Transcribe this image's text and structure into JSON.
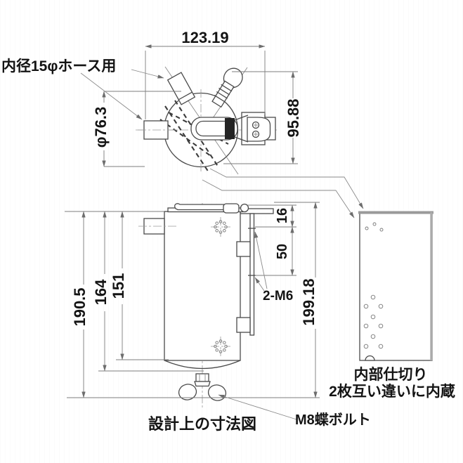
{
  "page": {
    "background": "#ffffff",
    "line_color": "#4a4a4a",
    "text_color": "#141414"
  },
  "title": "設計上の寸法図",
  "top_view": {
    "hose_label": "内径15φホース用",
    "dim_width": "123.19",
    "dim_height": "95.88",
    "dim_diameter": "φ76.3"
  },
  "front_view": {
    "dim_overall_with_bolt": "190.5",
    "dim_body_with_dome": "164",
    "dim_shell": "151",
    "dim_total_with_latch": "199.18",
    "dim_hole_offset": "16",
    "dim_hole_pitch": "50",
    "thread_label": "2-M6",
    "wing_bolt_label": "M8蝶ボルト"
  },
  "partition": {
    "label_line1": "内部仕切り",
    "label_line2": "2枚互い違いに内蔵"
  }
}
